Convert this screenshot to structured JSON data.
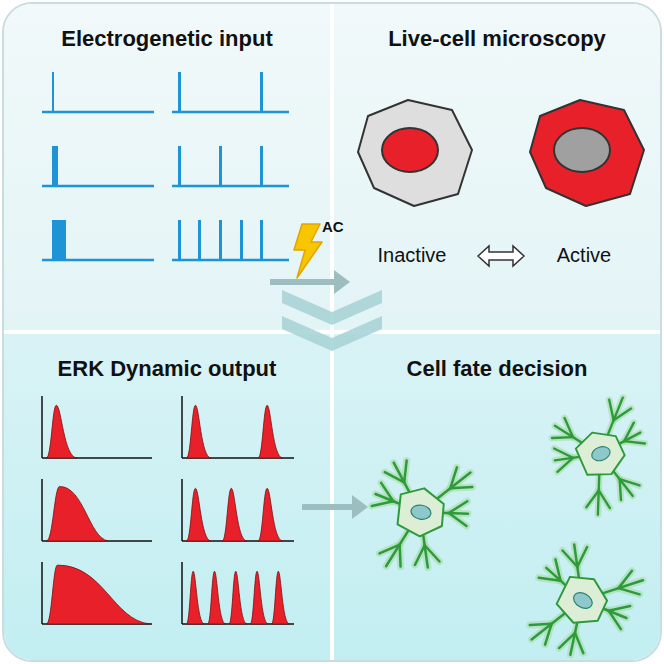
{
  "diagram": {
    "nodes": [
      {
        "text": [
          "Electrogenetic input"
        ]
      },
      {
        "text": [
          "Live-cell microscopy"
        ]
      },
      {
        "text": [
          "ERK Dynamic output"
        ]
      },
      {
        "text": [
          "Cell fate decision"
        ]
      }
    ],
    "labels": [
      "AC",
      "Inactive",
      "Active"
    ]
  }
}
